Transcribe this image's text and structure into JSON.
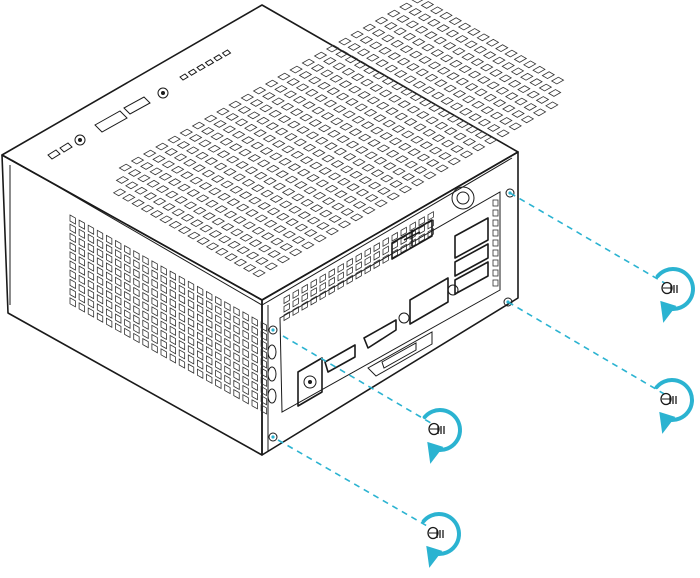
{
  "figure": {
    "colors": {
      "outline": "#1a1a1a",
      "accent": "#2bb3d1",
      "background": "#ffffff"
    },
    "screw_count": 4,
    "icons": [
      "screw-icon",
      "rotate-arrow-icon",
      "mini-pc-chassis",
      "io-port-panel"
    ]
  }
}
